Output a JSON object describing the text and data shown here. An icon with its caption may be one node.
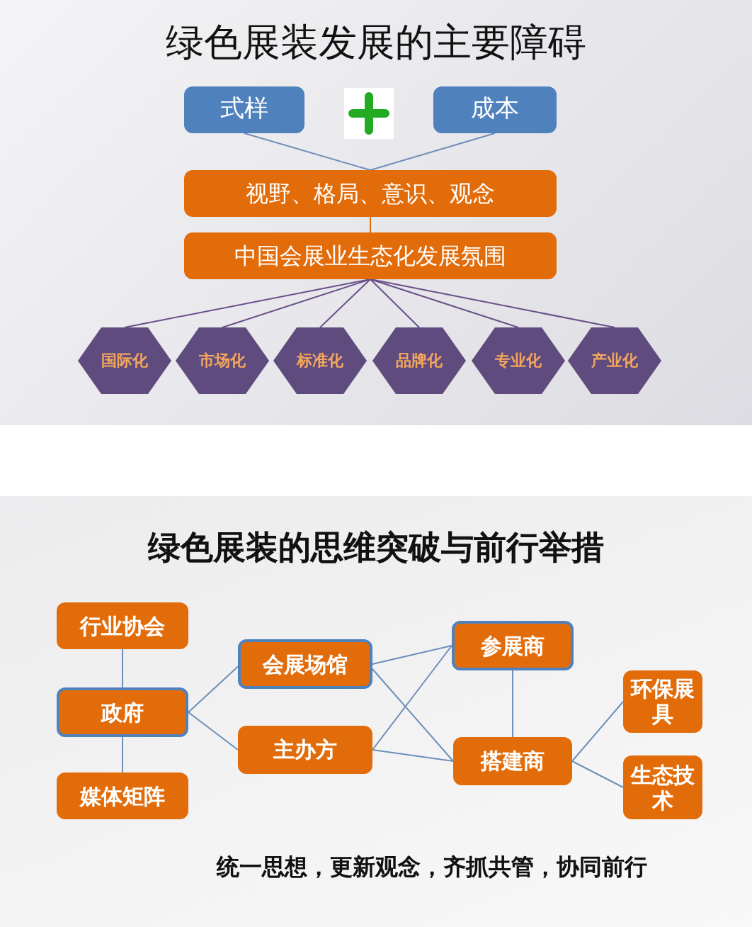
{
  "diagram": {
    "title": "绿色展装发展的主要障碍",
    "nodes": [
      {
        "text": [
          "式样"
        ]
      },
      {
        "text": [
          "成本"
        ]
      },
      {
        "text": [
          "视野、格局、意识、观念"
        ]
      },
      {
        "text": [
          "中国会展业生态化发展氛围"
        ]
      },
      {
        "text": [
          "国际化"
        ]
      },
      {
        "text": [
          "市场化"
        ]
      },
      {
        "text": [
          "标准化"
        ]
      },
      {
        "text": [
          "品牌化"
        ]
      },
      {
        "text": [
          "专业化"
        ]
      },
      {
        "text": [
          "产业化"
        ]
      },
      {
        "text": [
          "行业协会"
        ]
      },
      {
        "text": [
          "会展场馆"
        ]
      },
      {
        "text": [
          "参展商"
        ]
      },
      {
        "text": [
          "政府"
        ]
      },
      {
        "text": [
          "主办方"
        ]
      },
      {
        "text": [
          "环保展具"
        ]
      },
      {
        "text": [
          "搭建商"
        ]
      },
      {
        "text": [
          "生态技术"
        ]
      },
      {
        "text": [
          "媒体矩阵"
        ]
      }
    ],
    "edges": [
      {
        "from": 0,
        "to": 2,
        "arrow": "none"
      },
      {
        "from": 1,
        "to": 2,
        "arrow": "none"
      },
      {
        "from": 2,
        "to": 3,
        "arrow": "none",
        "color": "#e36c0a"
      },
      {
        "from": 3,
        "to": 4,
        "arrow": "none",
        "color": "#6a4f8a"
      },
      {
        "from": 3,
        "to": 5,
        "arrow": "none",
        "color": "#6a4f8a"
      },
      {
        "from": 3,
        "to": 6,
        "arrow": "none",
        "color": "#6a4f8a"
      },
      {
        "from": 3,
        "to": 7,
        "arrow": "none",
        "color": "#6a4f8a"
      },
      {
        "from": 3,
        "to": 8,
        "arrow": "none",
        "color": "#6a4f8a"
      },
      {
        "from": 3,
        "to": 9,
        "arrow": "none",
        "color": "#6a4f8a"
      },
      {
        "from": 10,
        "to": 13,
        "arrow": "none"
      },
      {
        "from": 13,
        "to": 18,
        "arrow": "none"
      },
      {
        "from": 13,
        "to": 11,
        "arrow": "none"
      },
      {
        "from": 13,
        "to": 14,
        "arrow": "none"
      },
      {
        "from": 11,
        "to": 12,
        "arrow": "none"
      },
      {
        "from": 11,
        "to": 16,
        "arrow": "none"
      },
      {
        "from": 14,
        "to": 12,
        "arrow": "none"
      },
      {
        "from": 14,
        "to": 16,
        "arrow": "none"
      },
      {
        "from": 12,
        "to": 16,
        "arrow": "none"
      },
      {
        "from": 16,
        "to": 15,
        "arrow": "none"
      },
      {
        "from": 16,
        "to": 17,
        "arrow": "none"
      }
    ],
    "labels": [
      "绿色展装的思维突破与前行举措",
      "统一思想，更新观念，齐抓共管，协同前行"
    ]
  }
}
